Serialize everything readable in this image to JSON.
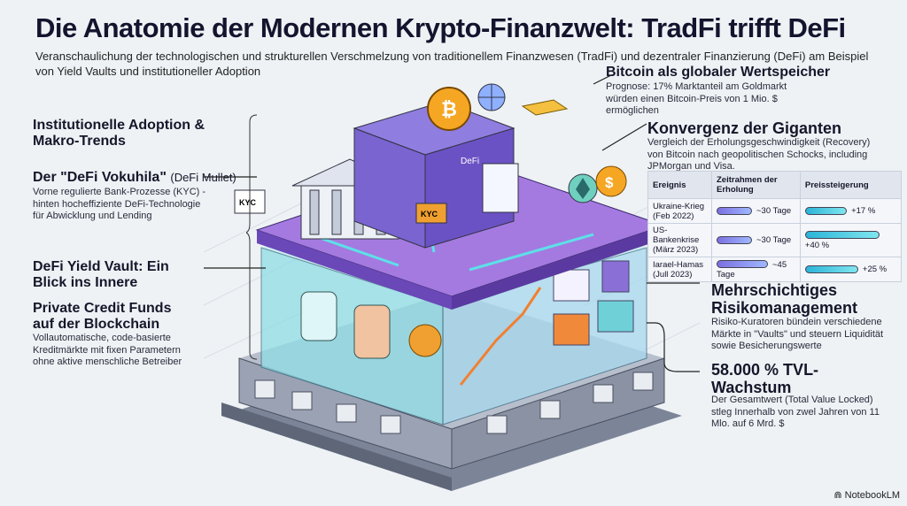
{
  "title": "Die Anatomie der Modernen Krypto-Finanzwelt: TradFi trifft DeFi",
  "subtitle": "Veranschaulichung der technologischen und strukturellen Verschmelzung von traditionellem Finanzwesen (TradFi) und dezentraler Finanzierung (DeFi) am Beispiel von Yield Vaults und institutioneller Adoption",
  "left": {
    "section": "Institutionelle Adoption & Makro-Trends",
    "mullet": {
      "title": "Der \"DeFi Vokuhila\"",
      "title_suffix": "(DeFi Mullet)",
      "desc": "Vorne regulierte Bank-Prozesse (KYC) - hinten hocheffiziente DeFi-Technologie für Abwicklung und Lending"
    },
    "vault": {
      "title": "DeFi Yield Vault: Ein Blick ins Innere"
    },
    "credit": {
      "title": "Private Credit Funds auf der Blockchain",
      "desc": "Vollautomatische, code-basierte Kreditmärkte mit fixen Parametern ohne aktive menschliche Betreiber"
    }
  },
  "right": {
    "bitcoin": {
      "title": "Bitcoin als globaler Wertspeicher",
      "desc": "Prognose: 17% Marktanteil am Goldmarkt würden einen Bitcoin-Preis von 1 Mio. $ ermöglichen"
    },
    "convergence": {
      "title": "Konvergenz der Giganten",
      "desc": "Vergleich der Erholungsgeschwindigkeit (Recovery) von Bitcoin nach geopolitischen Schocks, including JPMorgan und Visa."
    },
    "table": {
      "headers": [
        "Ereignis",
        "Zeitrahmen der Erholung",
        "Preissteigerung"
      ],
      "rows": [
        {
          "event": "Ukraine-Krieg (Feb 2022)",
          "time": "~30 Tage",
          "days": 30,
          "gain": "+17 %",
          "pct": 17
        },
        {
          "event": "US-Bankenkrise (März 2023)",
          "time": "~30 Tage",
          "days": 30,
          "gain": "+40 %",
          "pct": 40
        },
        {
          "event": "Iarael-Hamas (Jull 2023)",
          "time": "~45 Tage",
          "days": 45,
          "gain": "+25 %",
          "pct": 25
        }
      ]
    },
    "risk": {
      "title": "Mehrschichtiges Risikomanagement",
      "desc": "Risiko-Kuratoren bündein verschiedene Märkte in \"Vaults\" und steuern Liquidität sowie Besicherungswerte"
    },
    "tvl": {
      "title": "58.000 % TVL-Wachstum",
      "desc": "Der Gesamtwert (Total Value Locked) stleg Innerhalb von zwel Jahren von 11 Mlo. auf 6 Mrd. $"
    }
  },
  "illustration": {
    "labels": {
      "defi": "DeFi",
      "kyc": "KYC",
      "kyc2": "KYC"
    }
  },
  "colors": {
    "purple": "#7a5fd6",
    "teal": "#7fd3dc",
    "slate": "#8a93a8",
    "orange": "#f0a030"
  },
  "brand": "NotebookLM"
}
